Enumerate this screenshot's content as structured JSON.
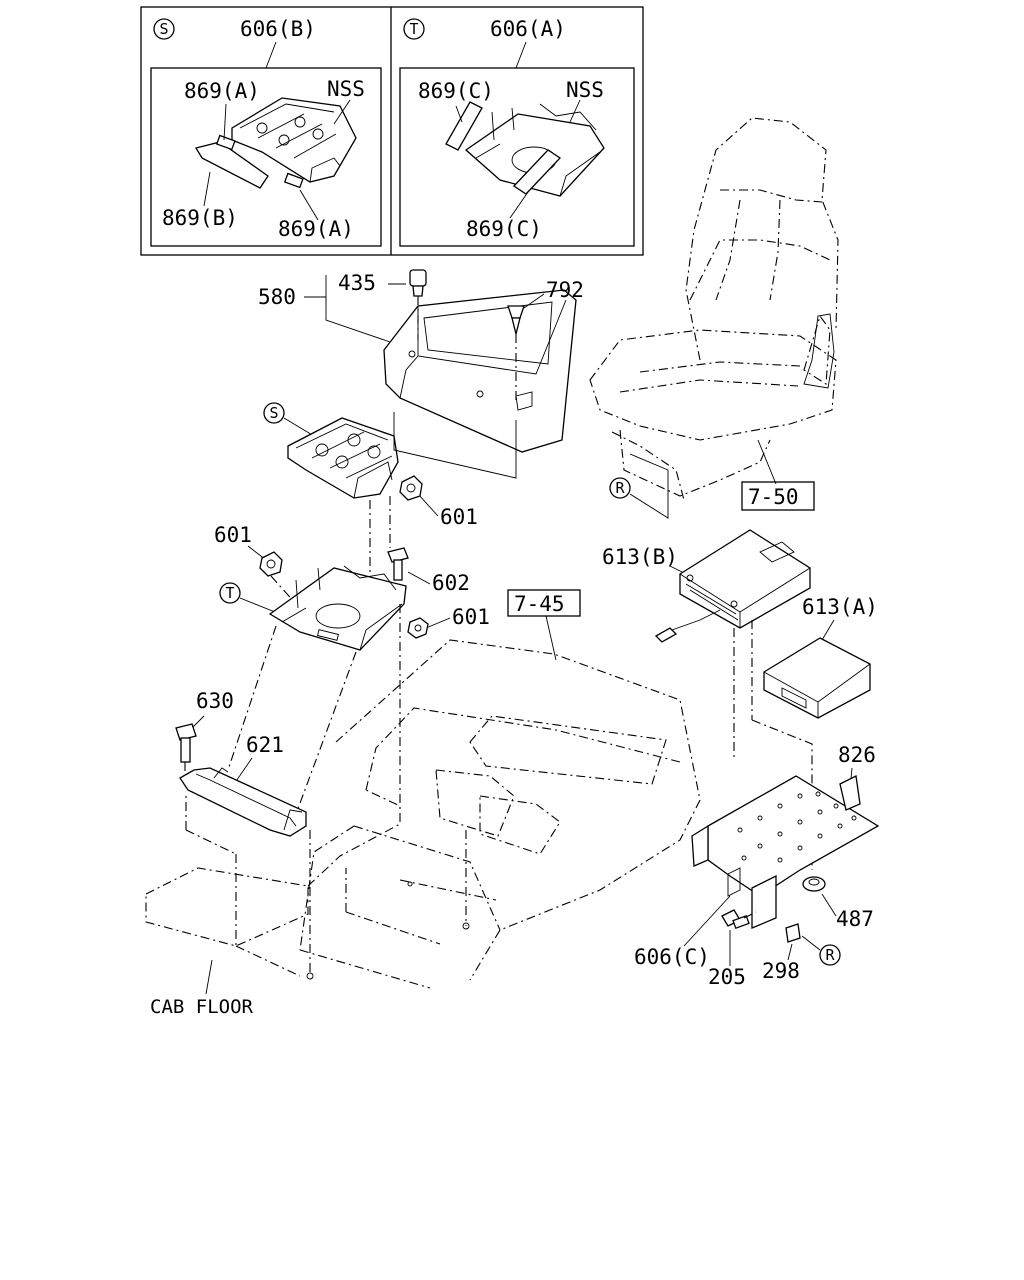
{
  "inset_s": {
    "marker": "S",
    "title": "606(B)",
    "nss": "NSS",
    "label_869a_top": "869(A)",
    "label_869b": "869(B)",
    "label_869a_bottom": "869(A)"
  },
  "inset_t": {
    "marker": "T",
    "title": "606(A)",
    "nss": "NSS",
    "label_869c_top": "869(C)",
    "label_869c_bottom": "869(C)"
  },
  "parts": {
    "p580": "580",
    "p435": "435",
    "p792": "792",
    "p601_a": "601",
    "p601_b": "601",
    "p601_c": "601",
    "p602": "602",
    "p630": "630",
    "p621": "621",
    "p613b": "613(B)",
    "p613a": "613(A)",
    "p826": "826",
    "p487": "487",
    "p606c": "606(C)",
    "p205": "205",
    "p298": "298"
  },
  "markers": {
    "s": "S",
    "t": "T",
    "r_seat": "R",
    "r_bracket": "R"
  },
  "refs": {
    "r745": "7-45",
    "r750": "7-50"
  },
  "floor_label": "CAB FLOOR"
}
